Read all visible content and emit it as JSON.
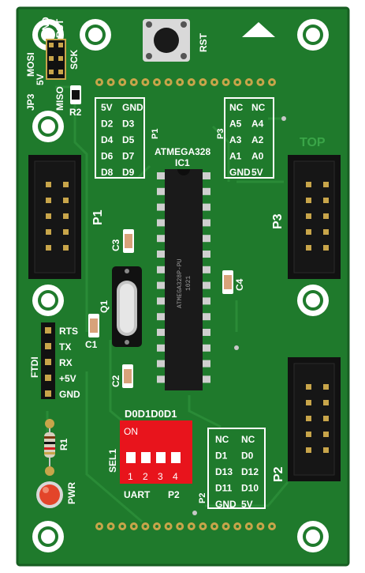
{
  "board": {
    "colors": {
      "pcb": "#1f7a2c",
      "pcb_edge": "#175e22",
      "silkscreen": "#ffffff",
      "copper_pad": "#c8a54a",
      "header_black": "#111111",
      "chip_black": "#1a1a1a",
      "dip_red": "#e8141c",
      "led_red": "#e3452a",
      "smd_cap": "#d8a27a"
    }
  },
  "labels": {
    "isp_gnd": "GND",
    "isp_rst": "RST",
    "isp_5v": "5V",
    "isp_mosi": "MOSI",
    "isp_sck": "SCK",
    "isp_miso": "MISO",
    "jp3": "JP3",
    "r2": "R2",
    "rst_button": "RST",
    "top_mark": "TOP",
    "p1_table": [
      [
        "5V",
        "GND"
      ],
      [
        "D2",
        "D3"
      ],
      [
        "D4",
        "D5"
      ],
      [
        "D6",
        "D7"
      ],
      [
        "D8",
        "D9"
      ]
    ],
    "p1_small": "P1",
    "p3_table": [
      [
        "NC",
        "NC"
      ],
      [
        "A5",
        "A4"
      ],
      [
        "A3",
        "A2"
      ],
      [
        "A1",
        "A0"
      ],
      [
        "GND",
        "5V"
      ]
    ],
    "p3_small": "P3",
    "mcu_name": "ATMEGA328",
    "ic1": "IC1",
    "chip_line1": "1021",
    "chip_line2": "ATMEGA328P-PU",
    "p1_header": "P1",
    "p3_header": "P3",
    "p2_header": "P2",
    "c3": "C3",
    "c4": "C4",
    "c1": "C1",
    "c2": "C2",
    "q1": "Q1",
    "ftdi": "FTDI",
    "ftdi_pins": [
      "RTS",
      "TX",
      "RX",
      "+5V",
      "GND"
    ],
    "r1": "R1",
    "pwr": "PWR",
    "dip_top": "D0D1D0D1",
    "dip_on": "ON",
    "dip_numbers": [
      "1",
      "2",
      "3",
      "4"
    ],
    "sel1": "SEL1",
    "uart": "UART",
    "p2_side": "P2",
    "p2_small": "P2",
    "p2_table": [
      [
        "NC",
        "NC"
      ],
      [
        "D1",
        "D0"
      ],
      [
        "D13",
        "D12"
      ],
      [
        "D11",
        "D10"
      ],
      [
        "GND",
        "5V"
      ]
    ]
  }
}
